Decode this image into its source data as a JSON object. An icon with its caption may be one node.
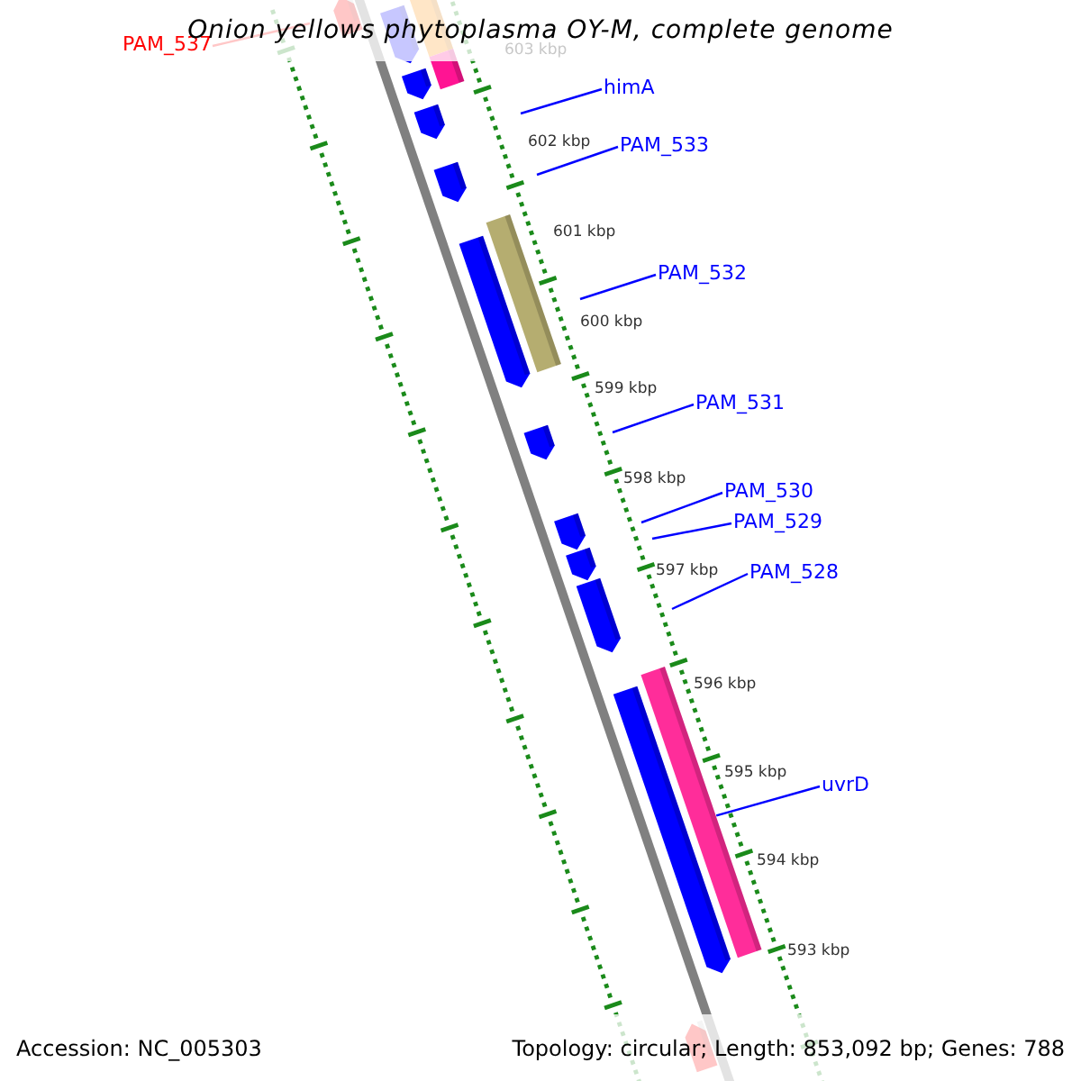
{
  "diagram": {
    "title": "Onion yellows phytoplasma OY-M, complete genome",
    "nodes": [
      {
        "text": [
          "PAM_537"
        ]
      },
      {
        "text": [
          "himA"
        ]
      },
      {
        "text": [
          "PAM_533"
        ]
      },
      {
        "text": [
          "PAM_532"
        ]
      },
      {
        "text": [
          "PAM_531"
        ]
      },
      {
        "text": [
          "PAM_530"
        ]
      },
      {
        "text": [
          "PAM_529"
        ]
      },
      {
        "text": [
          "PAM_528"
        ]
      },
      {
        "text": [
          "uvrD"
        ]
      },
      {
        "text": [],
        "shape": "bar"
      }
    ],
    "edges": [
      {
        "from": 0,
        "to": null,
        "arrow": "none",
        "color": "#ff0000"
      },
      {
        "from": 1,
        "to": null,
        "arrow": "none"
      },
      {
        "from": 2,
        "to": null,
        "arrow": "none"
      },
      {
        "from": 3,
        "to": null,
        "arrow": "none"
      },
      {
        "from": 4,
        "to": null,
        "arrow": "none"
      },
      {
        "from": 5,
        "to": null,
        "arrow": "none"
      },
      {
        "from": 6,
        "to": null,
        "arrow": "none"
      },
      {
        "from": 7,
        "to": null,
        "arrow": "none"
      },
      {
        "from": 8,
        "to": 9,
        "arrow": "none"
      }
    ],
    "labels": [
      "603 kbp",
      "602 kbp",
      "601 kbp",
      "600 kbp",
      "599 kbp",
      "598 kbp",
      "597 kbp",
      "596 kbp",
      "595 kbp",
      "594 kbp",
      "593 kbp",
      "Accession: NC_005303",
      "Topology: circular; Length: 853,092 bp; Genes: 788"
    ]
  }
}
